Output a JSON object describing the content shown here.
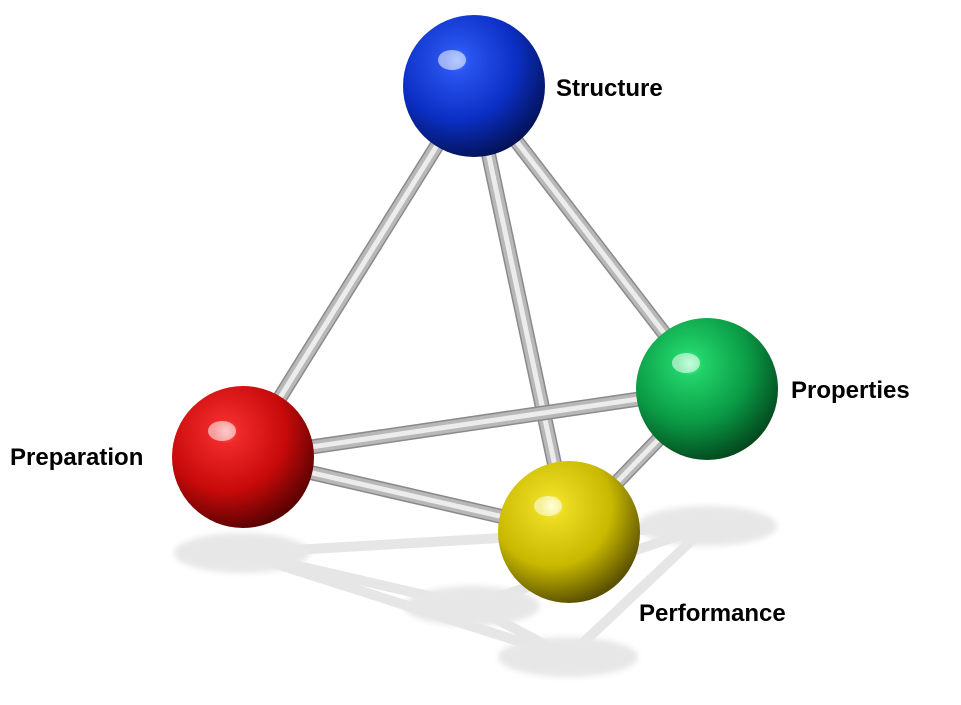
{
  "diagram": {
    "nodes": {
      "structure": {
        "label": "Structure",
        "color": "#0b2fc4"
      },
      "properties": {
        "label": "Properties",
        "color": "#0a9a45"
      },
      "preparation": {
        "label": "Preparation",
        "color": "#c80a0a"
      },
      "performance": {
        "label": "Performance",
        "color": "#c8b800"
      }
    },
    "edges": [
      [
        "structure",
        "preparation"
      ],
      [
        "structure",
        "performance"
      ],
      [
        "structure",
        "properties"
      ],
      [
        "preparation",
        "properties"
      ],
      [
        "preparation",
        "performance"
      ],
      [
        "properties",
        "performance"
      ]
    ],
    "rod_color": "#b8b8b8",
    "shadow_color": "#e6e6e6"
  }
}
